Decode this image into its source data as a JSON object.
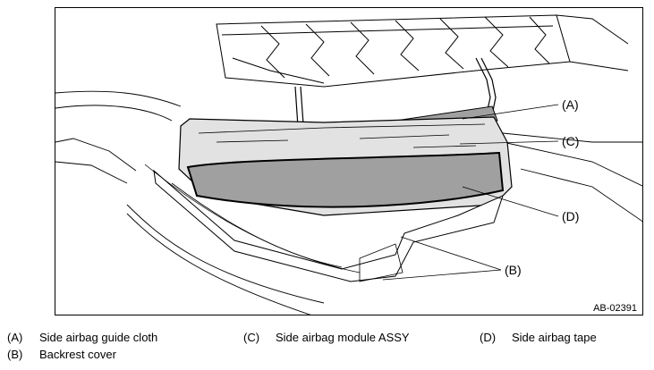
{
  "figure": {
    "id": "AB-02391",
    "callouts": [
      {
        "key": "A",
        "label": "(A)"
      },
      {
        "key": "C",
        "label": "(C)"
      },
      {
        "key": "D",
        "label": "(D)"
      },
      {
        "key": "B",
        "label": "(B)"
      }
    ]
  },
  "legend": [
    {
      "letter": "(A)",
      "text": "Side airbag guide cloth"
    },
    {
      "letter": "(C)",
      "text": "Side airbag module ASSY"
    },
    {
      "letter": "(D)",
      "text": "Side airbag tape"
    },
    {
      "letter": "(B)",
      "text": "Backrest cover"
    }
  ],
  "colors": {
    "tape_fill": "#a0a0a0",
    "module_fill": "#e2e2e2",
    "line": "#000000"
  }
}
